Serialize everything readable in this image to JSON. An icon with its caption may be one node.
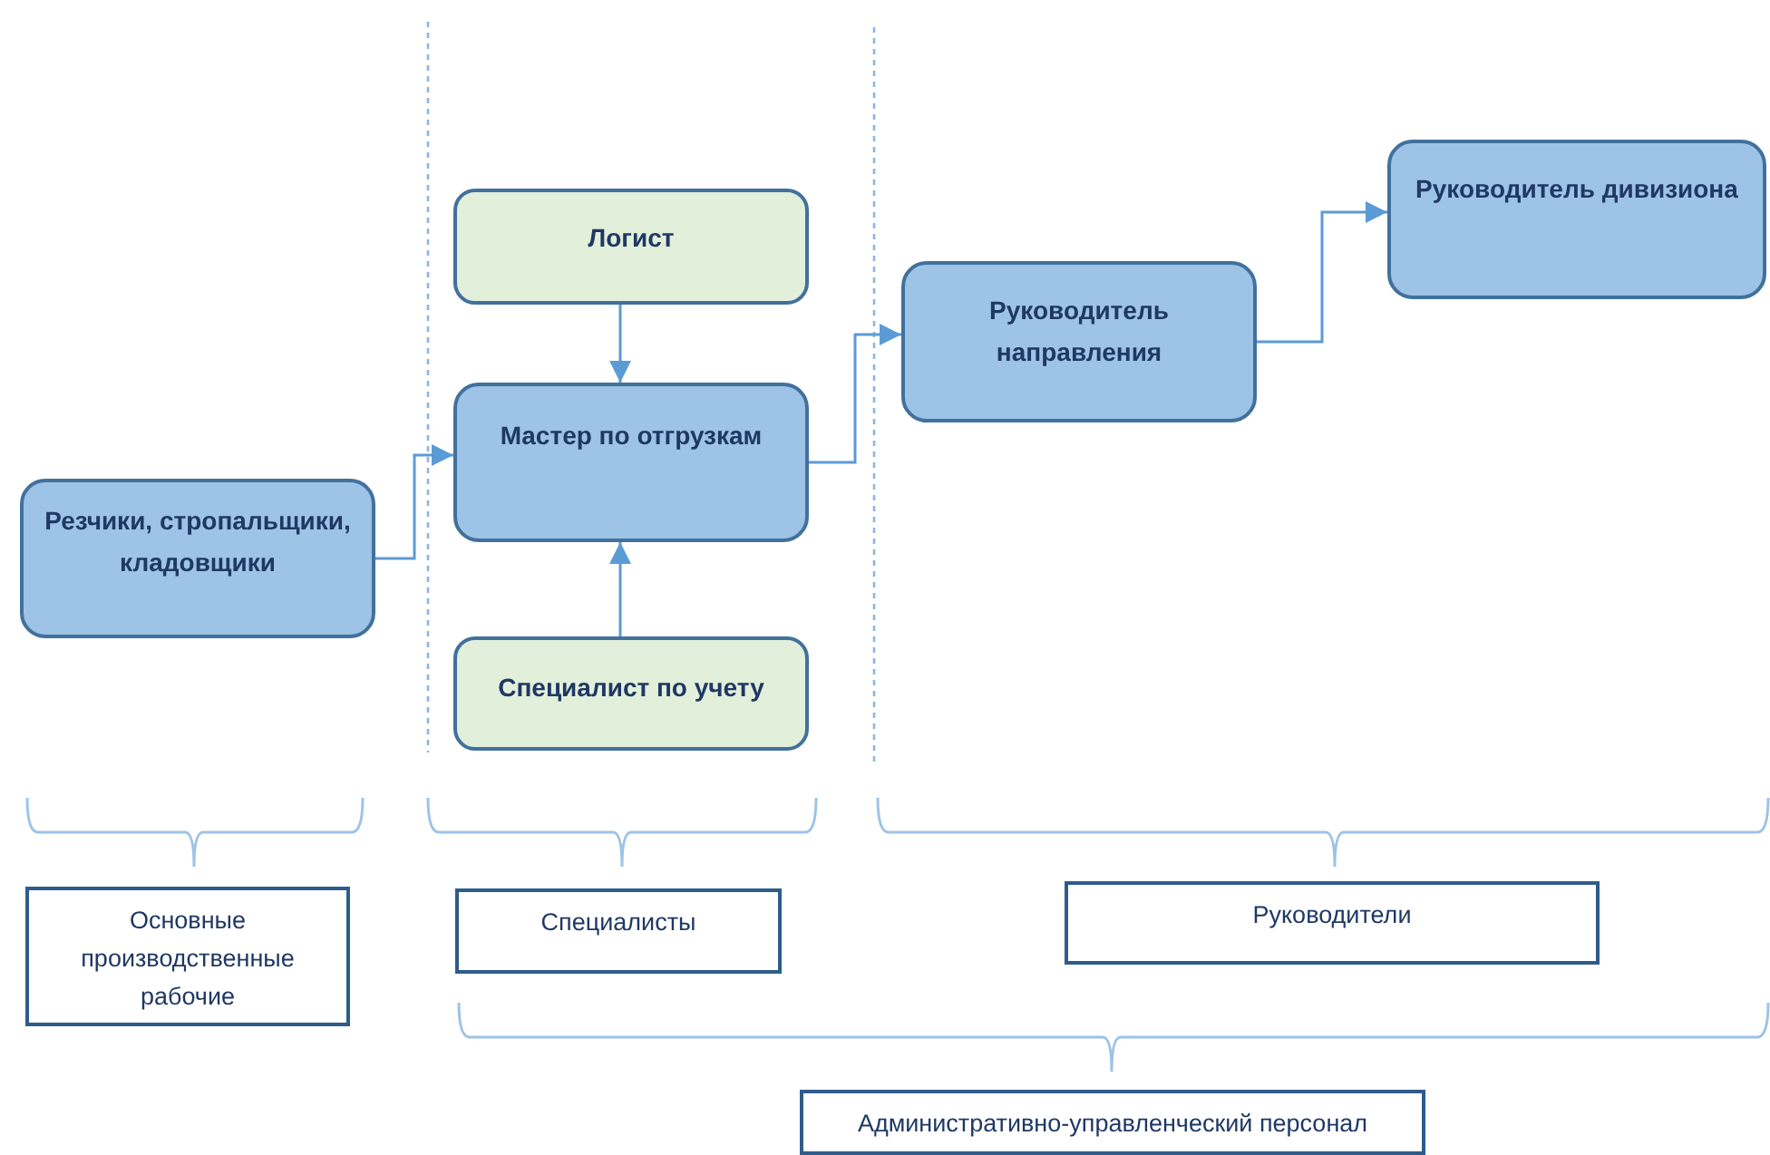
{
  "diagram": {
    "nodes": [
      {
        "text": [
          "Резчики, стропальщики, кладовщики"
        ]
      },
      {
        "text": [
          "Логист"
        ]
      },
      {
        "text": [
          "Мастер по отгрузкам"
        ]
      },
      {
        "text": [
          "Специалист по учету"
        ]
      },
      {
        "text": [
          "Руководитель направления"
        ]
      },
      {
        "text": [
          "Руководитель дивизиона"
        ]
      },
      {
        "text": [
          "Основные производственные рабочие"
        ]
      },
      {
        "text": [
          "Специалисты"
        ]
      },
      {
        "text": [
          "Руководители"
        ]
      },
      {
        "text": [
          "Административно-управленческий персонал"
        ]
      }
    ],
    "edges": [
      {
        "from": 0,
        "to": 2,
        "arrow": "to"
      },
      {
        "from": 1,
        "to": 2,
        "arrow": "to"
      },
      {
        "from": 3,
        "to": 2,
        "arrow": "to"
      },
      {
        "from": 2,
        "to": 4,
        "arrow": "to"
      },
      {
        "from": 4,
        "to": 5,
        "arrow": "to"
      }
    ]
  }
}
